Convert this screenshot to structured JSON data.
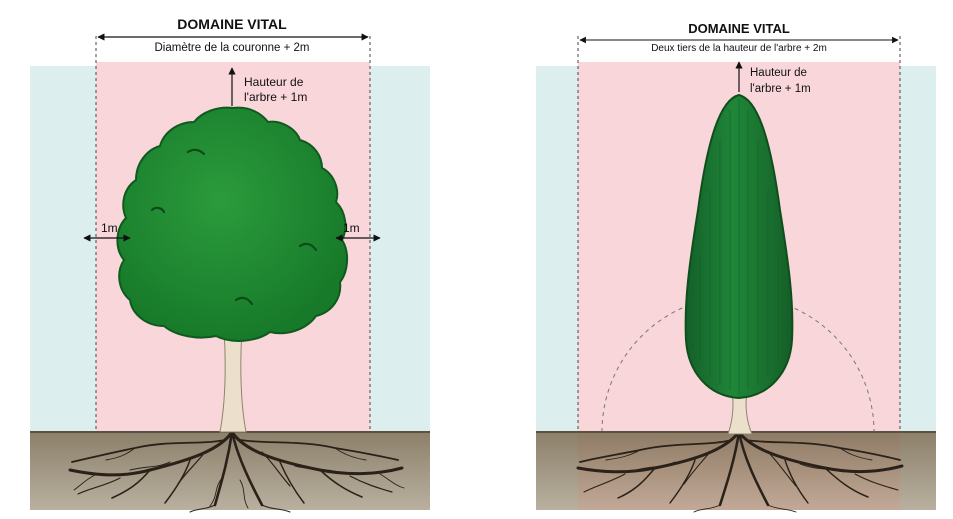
{
  "panels": [
    {
      "id": "broad-tree",
      "title": "DOMAINE VITAL",
      "width_rule": "Diamètre de la couronne + 2m",
      "height_rule_line1": "Hauteur de",
      "height_rule_line2": "l'arbre + 1m",
      "left_margin_label": "1m",
      "right_margin_label": "1m"
    },
    {
      "id": "columnar-tree",
      "title": "DOMAINE VITAL",
      "width_rule": "Deux tiers de la hauteur de l'arbre + 2m",
      "height_rule_line1": "Hauteur de",
      "height_rule_line2": "l'arbre + 1m"
    }
  ],
  "colors": {
    "vital_zone": "#f7d5d9",
    "outside_zone": "#d9efee",
    "foliage": "#1f8a33",
    "foliage_dark": "#0f5a1e",
    "columnar_foliage": "#1c7a30",
    "trunk": "#e9dcc8",
    "soil": "#8f826b",
    "roots": "#2a2118"
  }
}
